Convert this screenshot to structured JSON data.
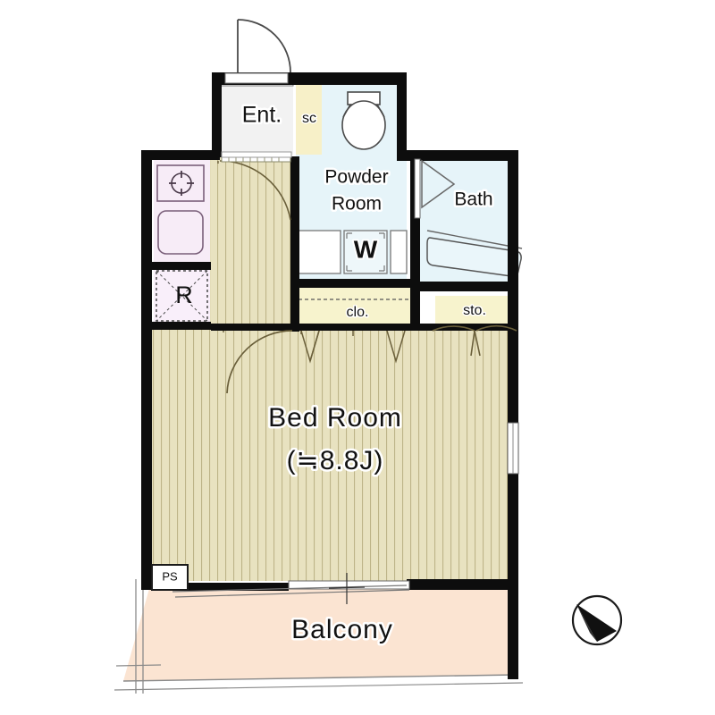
{
  "document": {
    "type": "residential-floor-plan",
    "title": "Studio Apartment Floor Plan"
  },
  "rooms": {
    "entrance": {
      "label": "Ent.",
      "fill": "#f2f2f2"
    },
    "shoe_closet": {
      "label": "sc",
      "fill": "#f7f0c8"
    },
    "powder_room": {
      "label_line1": "Powder",
      "label_line2": "Room",
      "fill": "#e6f4f9"
    },
    "bath": {
      "label": "Bath",
      "fill": "#e6f4f9"
    },
    "washer": {
      "label": "W",
      "fill": "#eef7fa"
    },
    "refrigerator": {
      "label": "R",
      "fill": "#f9effa"
    },
    "closet": {
      "label": "clo.",
      "fill": "#f7f3cd"
    },
    "storage": {
      "label": "sto.",
      "fill": "#f7f3cd"
    },
    "bedroom": {
      "label": "Bed Room",
      "area_label": "(≒8.8J)",
      "fill": "#e8e2c0"
    },
    "balcony": {
      "label": "Balcony",
      "fill": "#fbe4d2"
    },
    "pipe_shaft": {
      "label": "PS",
      "fill": "#ffffff"
    },
    "kitchen": {
      "label": "",
      "fill": "#f7ecf7"
    },
    "corridor": {
      "label": "",
      "fill": "#e8e2c0"
    }
  },
  "icons": {
    "compass": "compass-north-icon",
    "toilet": "toilet-icon",
    "bathtub": "bathtub-icon",
    "stove": "stove-burner-icon",
    "sink": "kitchen-sink-icon",
    "vanity": "vanity-sink-icon",
    "entrance_door": "swing-door-icon",
    "bath_door": "folding-door-icon"
  },
  "colors": {
    "wall": "#0d0d0d",
    "flooring": "#e8e2c0",
    "flooring_stripe": "#cfc79d",
    "water_room": "#e6f4f9",
    "kitchen": "#f7ecf7",
    "closet": "#f7f3cd",
    "balcony": "#fbe4d2",
    "entrance": "#f2f2f2",
    "outline": "#555555",
    "text": "#111111"
  }
}
